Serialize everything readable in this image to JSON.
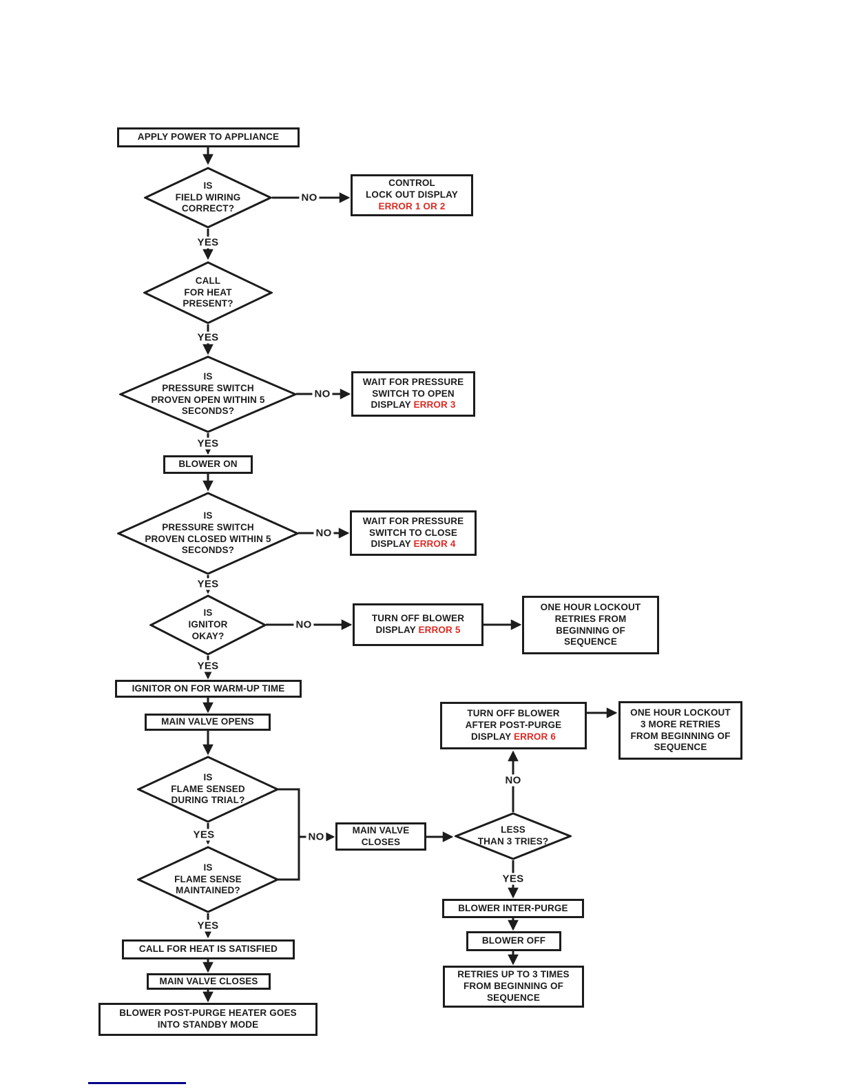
{
  "page": {
    "colors": {
      "ink": "#1c1c1c",
      "red": "#de2a23",
      "navy": "#00008b"
    }
  },
  "labels": {
    "yes": "YES",
    "no": "NO"
  },
  "nodes": {
    "apply_power": {
      "text": "APPLY POWER TO APPLIANCE"
    },
    "wiring": {
      "l1": "IS",
      "l2": "FIELD WIRING",
      "l3": "CORRECT?"
    },
    "control_lockout": {
      "l1": "CONTROL",
      "l2": "LOCK OUT DISPLAY",
      "err": "ERROR 1 OR 2"
    },
    "call_heat": {
      "l1": "CALL",
      "l2": "FOR HEAT",
      "l3": "PRESENT?"
    },
    "ps_open": {
      "l1": "IS",
      "l2": "PRESSURE SWITCH",
      "l3": "PROVEN OPEN WITHIN 5",
      "l4": "SECONDS?"
    },
    "wait_open": {
      "l1": "WAIT FOR PRESSURE",
      "l2": "SWITCH TO OPEN",
      "l3": "DISPLAY ",
      "err": "ERROR 3"
    },
    "blower_on": {
      "text": "BLOWER ON"
    },
    "ps_closed": {
      "l1": "IS",
      "l2": "PRESSURE SWITCH",
      "l3": "PROVEN CLOSED WITHIN 5",
      "l4": "SECONDS?"
    },
    "wait_close": {
      "l1": "WAIT FOR PRESSURE",
      "l2": "SWITCH TO CLOSE",
      "l3": "DISPLAY ",
      "err": "ERROR 4"
    },
    "ignitor_ok": {
      "l1": "IS",
      "l2": "IGNITOR",
      "l3": "OKAY?"
    },
    "turn_off_blower": {
      "l1": "TURN OFF BLOWER",
      "l2": "DISPLAY ",
      "err": "ERROR 5"
    },
    "one_hour_lockout": {
      "l1": "ONE HOUR LOCKOUT",
      "l2": "RETRIES FROM",
      "l3": "BEGINNING OF",
      "l4": "SEQUENCE"
    },
    "ignitor_on": {
      "text": "IGNITOR ON FOR WARM-UP TIME"
    },
    "main_valve_opens": {
      "text": "MAIN VALVE OPENS"
    },
    "flame_sensed": {
      "l1": "IS",
      "l2": "FLAME SENSED",
      "l3": "DURING TRIAL?"
    },
    "flame_maintained": {
      "l1": "IS",
      "l2": "FLAME SENSE",
      "l3": "MAINTAINED?"
    },
    "main_valve_closes_mid": {
      "l1": "MAIN VALVE",
      "l2": "CLOSES"
    },
    "less_than_3": {
      "l1": "LESS",
      "l2": "THAN 3 TRIES?"
    },
    "turn_off_post_purge": {
      "l1": "TURN OFF BLOWER",
      "l2": "AFTER POST-PURGE",
      "l3": "DISPLAY ",
      "err": "ERROR 6"
    },
    "one_hour_lockout_3": {
      "l1": "ONE HOUR LOCKOUT",
      "l2": "3 MORE RETRIES",
      "l3": "FROM BEGINNING OF",
      "l4": "SEQUENCE"
    },
    "blower_inter_purge": {
      "text": "BLOWER INTER-PURGE"
    },
    "blower_off": {
      "text": "BLOWER OFF"
    },
    "retries_3_times": {
      "l1": "RETRIES UP TO 3 TIMES",
      "l2": "FROM BEGINNING OF",
      "l3": "SEQUENCE"
    },
    "call_heat_satisfied": {
      "text": "CALL FOR HEAT IS SATISFIED"
    },
    "main_valve_closes_end": {
      "text": "MAIN VALVE CLOSES"
    },
    "blower_post_purge": {
      "l1": "BLOWER POST-PURGE HEATER GOES",
      "l2": "INTO STANDBY MODE"
    }
  }
}
